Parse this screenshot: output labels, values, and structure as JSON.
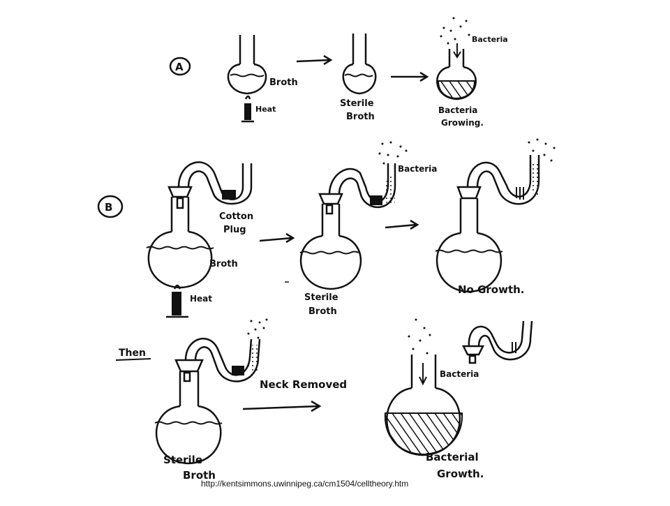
{
  "section_a": {
    "label": "A",
    "broth_label": "Broth",
    "heat_label": "Heat",
    "sterile_label_1": "Sterile",
    "sterile_label_2": "Broth",
    "bacteria_label": "Bacteria",
    "growing_label_1": "Bacteria",
    "growing_label_2": "Growing."
  },
  "section_b": {
    "label": "B",
    "cotton_label_1": "Cotton",
    "cotton_label_2": "Plug",
    "broth_label": "Broth",
    "heat_label": "Heat",
    "bacteria_label": "Bacteria",
    "sterile_label_1": "Sterile",
    "sterile_label_2": "Broth",
    "no_growth_label": "No Growth."
  },
  "section_then": {
    "then_label": "Then",
    "neck_removed_label": "Neck Removed",
    "sterile_label_1": "Sterile",
    "sterile_label_2": "Broth",
    "bacteria_label": "Bacteria",
    "growth_label_1": "Bacterial",
    "growth_label_2": "Growth."
  },
  "source_url": "http://kentsimmons.uwinnipeg.ca/cm1504/celltheory.htm"
}
